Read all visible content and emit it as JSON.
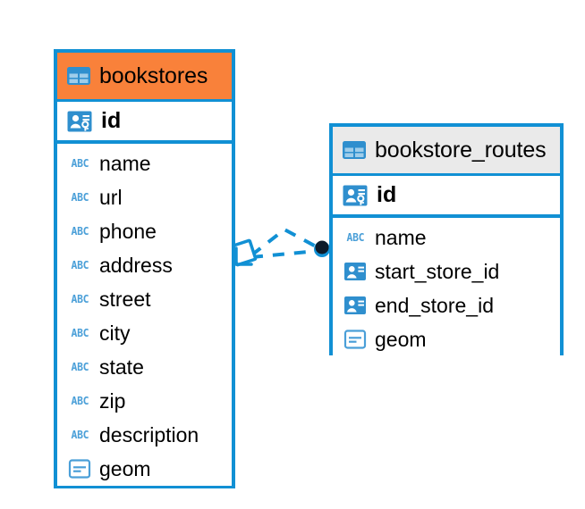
{
  "diagram": {
    "type": "entity-relationship-diagram",
    "background": "#ffffff",
    "colors": {
      "border": "#1190d4",
      "selected_header": "#f9813a",
      "normal_header": "#eaeaea",
      "icon_blue": "#2f8fce",
      "abc_blue": "#4a9fd8",
      "connector": "#1190d4",
      "endpoint_fill": "#0d1b2a",
      "text": "#000000"
    }
  },
  "entities": [
    {
      "name": "bookstores",
      "selected": true,
      "icon": "table-icon",
      "primary_key": {
        "label": "id",
        "icon": "primary-key-icon"
      },
      "fields": [
        {
          "label": "name",
          "icon": "abc-icon",
          "type": "text"
        },
        {
          "label": "url",
          "icon": "abc-icon",
          "type": "text"
        },
        {
          "label": "phone",
          "icon": "abc-icon",
          "type": "text"
        },
        {
          "label": "address",
          "icon": "abc-icon",
          "type": "text"
        },
        {
          "label": "street",
          "icon": "abc-icon",
          "type": "text"
        },
        {
          "label": "city",
          "icon": "abc-icon",
          "type": "text"
        },
        {
          "label": "state",
          "icon": "abc-icon",
          "type": "text"
        },
        {
          "label": "zip",
          "icon": "abc-icon",
          "type": "text"
        },
        {
          "label": "description",
          "icon": "abc-icon",
          "type": "text"
        },
        {
          "label": "geom",
          "icon": "geometry-icon",
          "type": "geometry"
        }
      ]
    },
    {
      "name": "bookstore_routes",
      "selected": false,
      "icon": "table-icon",
      "primary_key": {
        "label": "id",
        "icon": "primary-key-icon"
      },
      "fields": [
        {
          "label": "name",
          "icon": "abc-icon",
          "type": "text"
        },
        {
          "label": "start_store_id",
          "icon": "foreign-key-icon",
          "type": "reference"
        },
        {
          "label": "end_store_id",
          "icon": "foreign-key-icon",
          "type": "reference"
        },
        {
          "label": "geom",
          "icon": "geometry-icon",
          "type": "geometry"
        }
      ]
    }
  ],
  "relationships": [
    {
      "from": "bookstores",
      "to": "bookstore_routes",
      "style": "dashed",
      "source_marker": "diamond",
      "target_marker": "filled-circle",
      "branches": 2
    }
  ]
}
